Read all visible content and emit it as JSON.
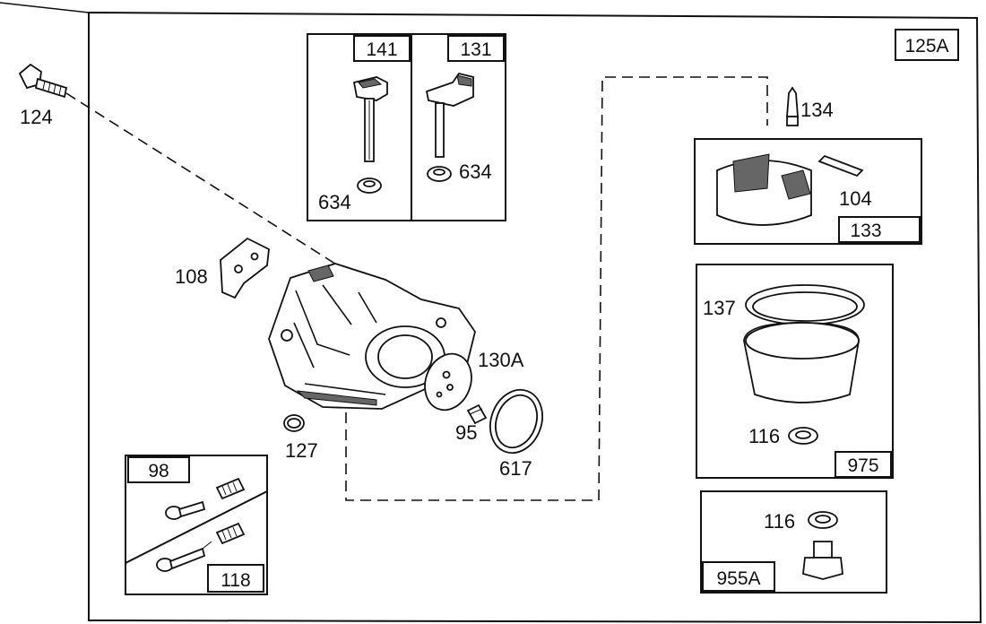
{
  "diagram": {
    "assembly_label": "125A",
    "boxes": {
      "box_141": "141",
      "box_131": "131",
      "box_133": "133",
      "box_975": "975",
      "box_955A": "955A",
      "box_98": "98",
      "box_118": "118"
    },
    "callouts": {
      "c124": "124",
      "c634_left": "634",
      "c634_right": "634",
      "c134": "134",
      "c104": "104",
      "c137": "137",
      "c116_a": "116",
      "c116_b": "116",
      "c108": "108",
      "c130A": "130A",
      "c95": "95",
      "c617": "617",
      "c127": "127"
    }
  }
}
